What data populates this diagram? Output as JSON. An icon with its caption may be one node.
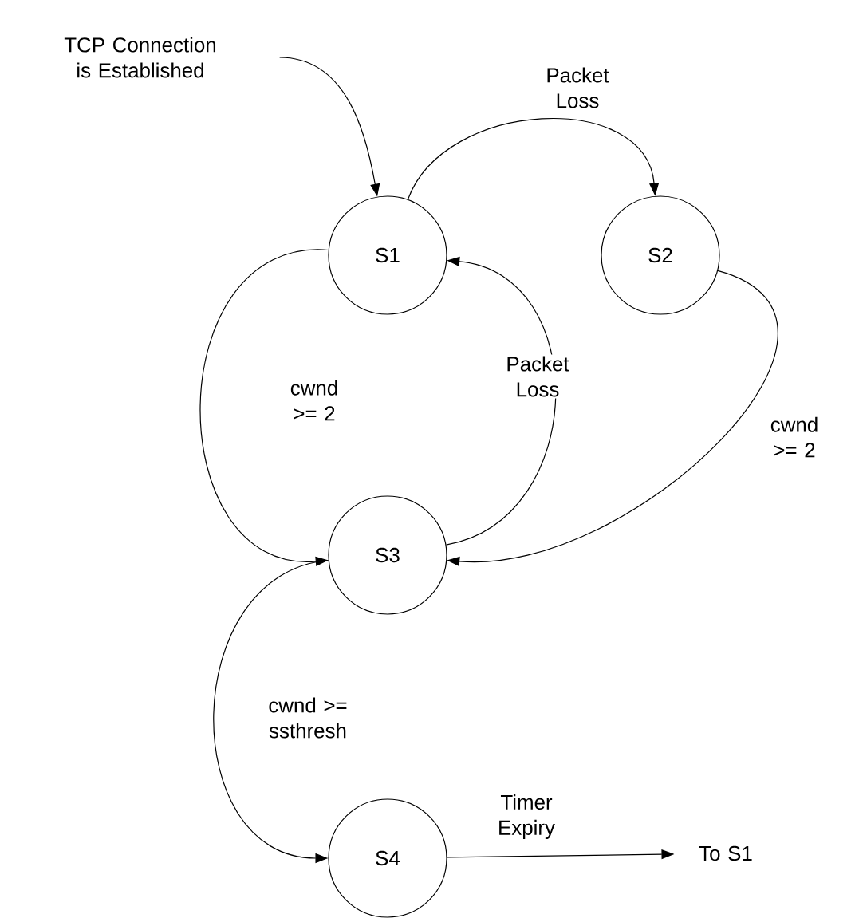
{
  "diagram": {
    "nodes": [
      {
        "text": [
          "TCP Connection is Established"
        ]
      },
      {
        "text": [
          "S1"
        ]
      },
      {
        "text": [
          "S2"
        ]
      },
      {
        "text": [
          "S3"
        ]
      },
      {
        "text": [
          "S4"
        ]
      },
      {
        "text": [
          "To S1"
        ]
      }
    ],
    "edges": [
      {
        "from": 0,
        "to": 1,
        "arrow": "to"
      },
      {
        "from": 1,
        "to": 2,
        "arrow": "to",
        "label": "Packet Loss"
      },
      {
        "from": 1,
        "to": 3,
        "arrow": "to",
        "label": "cwnd >= 2"
      },
      {
        "from": 3,
        "to": 1,
        "arrow": "to",
        "label": "Packet Loss"
      },
      {
        "from": 2,
        "to": 3,
        "arrow": "to",
        "label": "cwnd >= 2"
      },
      {
        "from": 3,
        "to": 4,
        "arrow": "to",
        "label": "cwnd >= ssthresh"
      },
      {
        "from": 4,
        "to": 5,
        "arrow": "to",
        "label": "Timer Expiry"
      }
    ]
  }
}
